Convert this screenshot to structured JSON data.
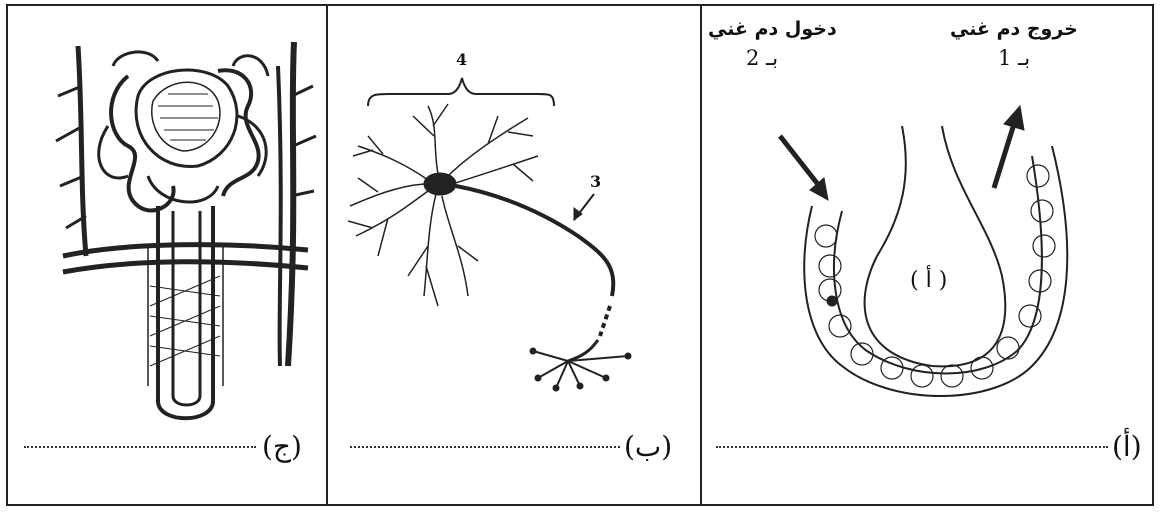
{
  "panel_c": {
    "letter": "(ج)"
  },
  "panel_b": {
    "letter": "(ب)",
    "label_3": "3",
    "label_4": "4"
  },
  "panel_a": {
    "letter": "(أ)",
    "exit_text": "خروج دم غني",
    "exit_sub": "بـ 1",
    "entry_text": "دخول دم غني",
    "entry_sub": "بـ 2",
    "center": "( أ )"
  }
}
